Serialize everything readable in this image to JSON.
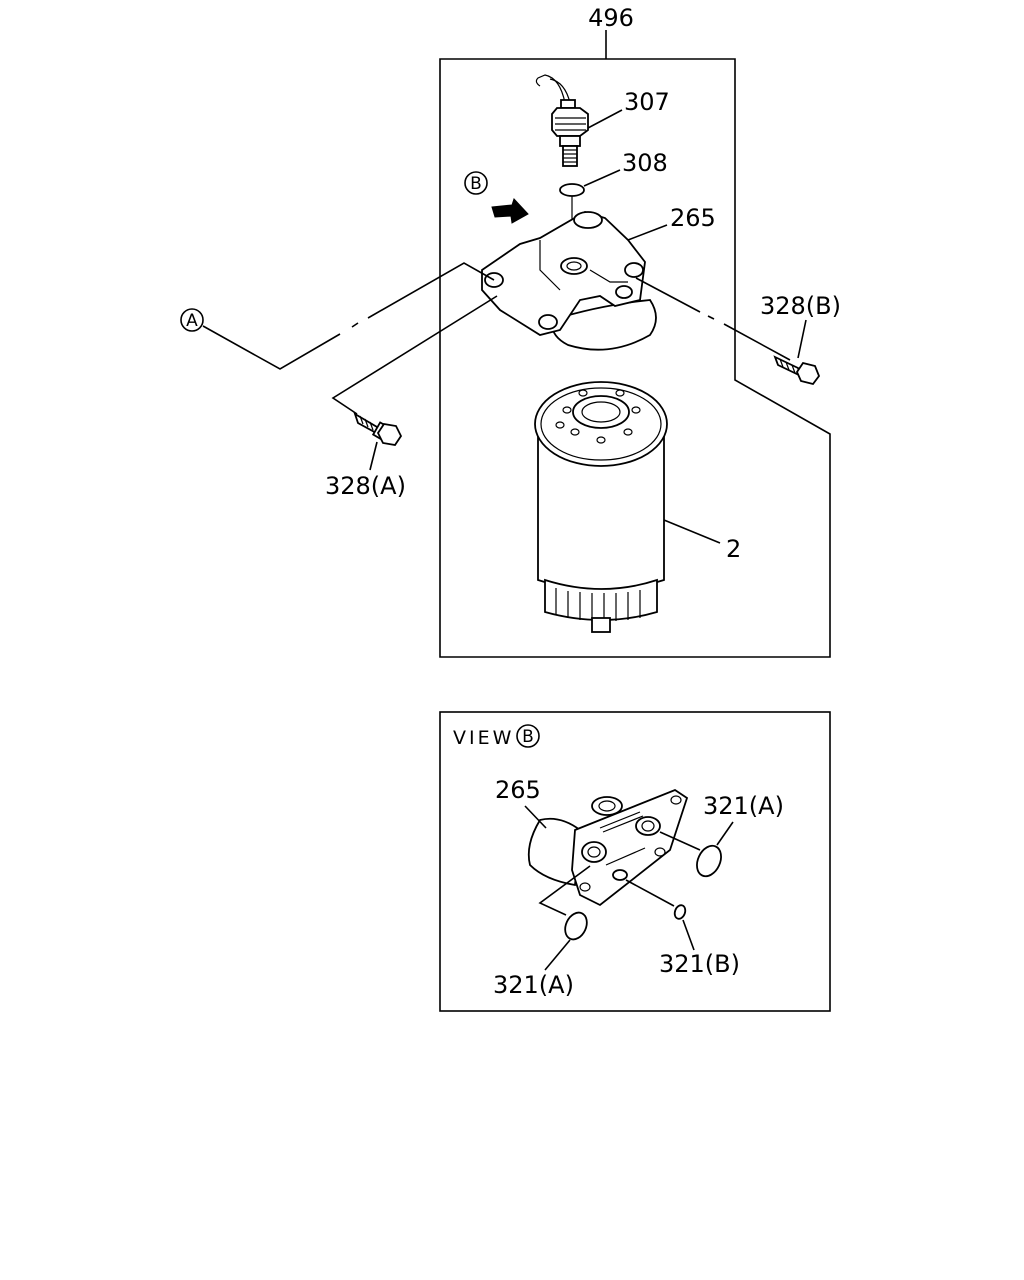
{
  "labels": {
    "assembly": "496",
    "sensor": "307",
    "sensor_ring": "308",
    "head": "265",
    "bolt_b": "328(B)",
    "bolt_a": "328(A)",
    "filter": "2",
    "view_head": "265",
    "oring_a_top": "321(A)",
    "oring_b": "321(B)",
    "oring_a_bottom": "321(A)"
  },
  "callouts": {
    "a": "A",
    "b": "B",
    "view_b": "B"
  },
  "view": {
    "title": "VIEW"
  }
}
